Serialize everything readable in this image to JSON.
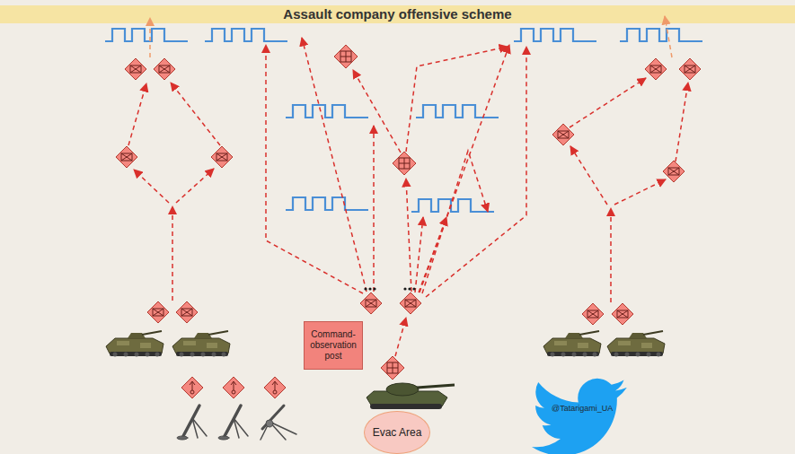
{
  "diagram": {
    "title": "Assault company offensive scheme",
    "nodes": [
      {
        "text": [
          "Command-observation post"
        ]
      },
      {
        "text": [
          "Evac Area"
        ]
      }
    ],
    "labels": [
      "@Tatarigami_UA"
    ]
  }
}
